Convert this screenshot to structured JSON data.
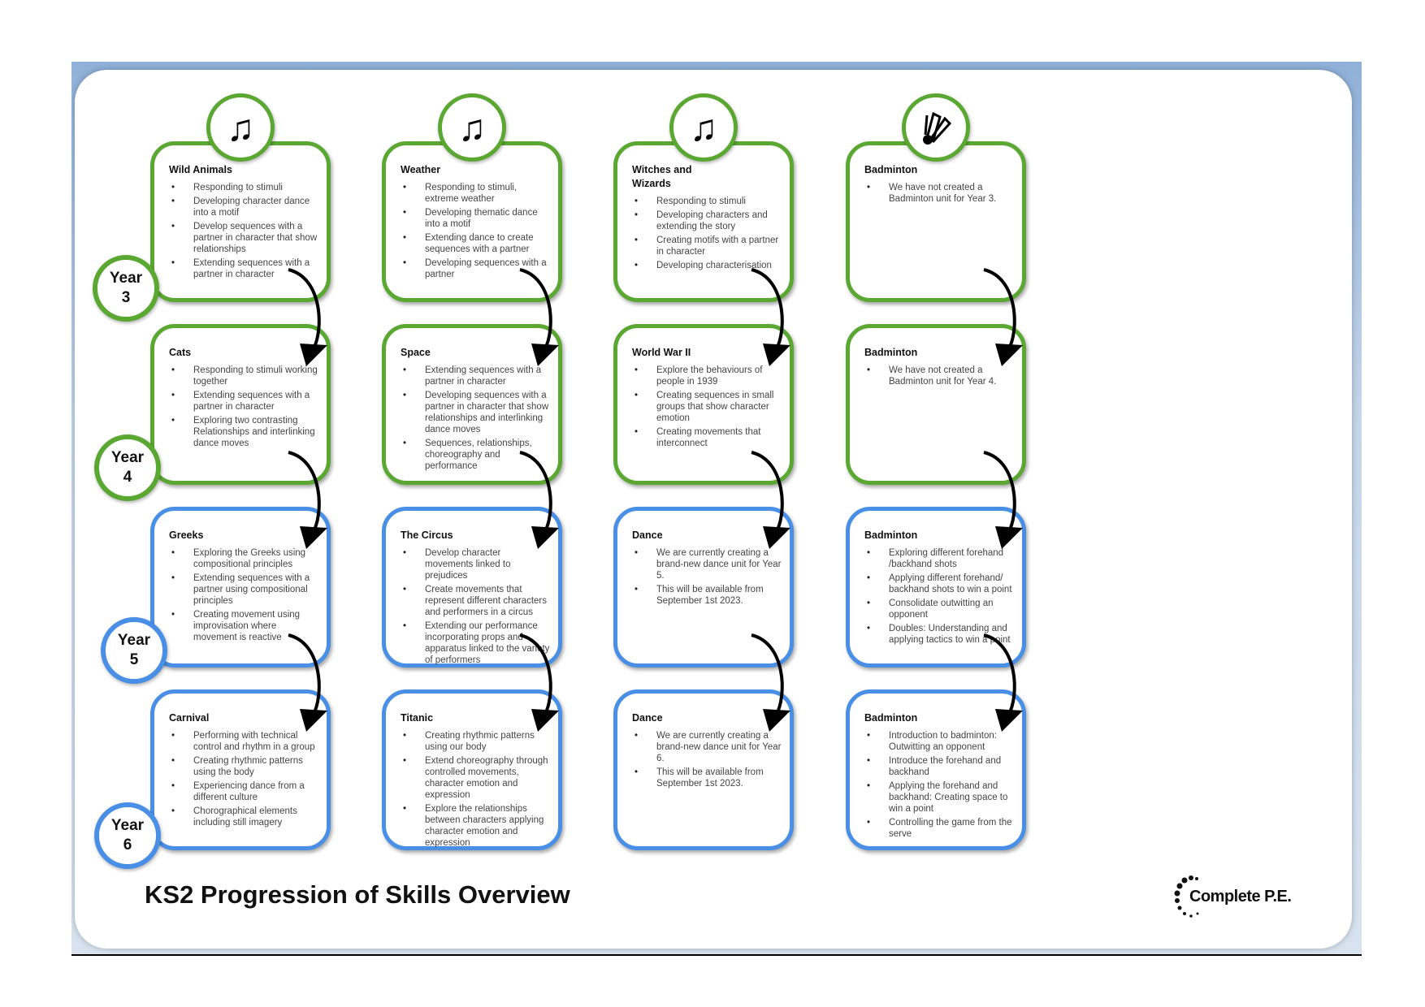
{
  "title": "KS2 Progression of Skills Overview",
  "logo": "Complete P.E.",
  "colors": {
    "green": "#5aa832",
    "blue": "#4a8fe6"
  },
  "icons": [
    "music-note-icon",
    "music-note-icon",
    "music-note-icon",
    "shuttlecock-icon"
  ],
  "years": [
    {
      "label": "Year",
      "num": "3"
    },
    {
      "label": "Year",
      "num": "4"
    },
    {
      "label": "Year",
      "num": "5"
    },
    {
      "label": "Year",
      "num": "6"
    }
  ],
  "rows": [
    [
      {
        "title": "Wild Animals",
        "items": [
          "Responding to stimuli",
          "Developing character dance into a motif",
          "Develop sequences with a partner in character that show relationships",
          "Extending sequences with a partner in character"
        ]
      },
      {
        "title": "Weather",
        "items": [
          "Responding to stimuli, extreme weather",
          "Developing thematic dance into a motif",
          "Extending dance to create sequences with a partner",
          "Developing sequences with a partner"
        ]
      },
      {
        "title": "Witches and Wizards",
        "items": [
          "Responding to stimuli",
          "Developing characters and extending the story",
          "Creating motifs with a partner in character",
          "Developing characterisation"
        ]
      },
      {
        "title": "Badminton",
        "items": [
          "We have not created a Badminton unit for Year 3."
        ]
      }
    ],
    [
      {
        "title": "Cats",
        "items": [
          "Responding to stimuli working together",
          "Extending sequences with a partner in character",
          "Exploring two contrasting Relationships and interlinking dance moves"
        ]
      },
      {
        "title": "Space",
        "items": [
          "Extending sequences with a partner in character",
          "Developing sequences with a partner in character that show relationships and interlinking dance moves",
          "Sequences, relationships, choreography and performance"
        ]
      },
      {
        "title": "World War II",
        "items": [
          "Explore the behaviours of people in 1939",
          "Creating sequences in small groups that show character emotion",
          "Creating movements that interconnect"
        ]
      },
      {
        "title": "Badminton",
        "items": [
          "We have not created a Badminton unit for Year 4."
        ]
      }
    ],
    [
      {
        "title": "Greeks",
        "items": [
          "Exploring the Greeks using compositional principles",
          "Extending sequences with a partner using compositional principles",
          "Creating movement using improvisation where movement is reactive"
        ]
      },
      {
        "title": "The Circus",
        "items": [
          "Develop character movements linked to prejudices",
          "Create movements that represent different characters and performers in a circus",
          "Extending our performance incorporating props and apparatus linked to the variety of performers"
        ]
      },
      {
        "title": "Dance",
        "items": [
          "We are currently creating a brand-new dance unit for Year 5.",
          "This will be available from September 1st 2023."
        ]
      },
      {
        "title": "Badminton",
        "items": [
          "Exploring different forehand /backhand shots",
          "Applying different forehand/ backhand shots to win a point",
          "Consolidate outwitting an opponent",
          "Doubles: Understanding and applying tactics to win a point"
        ]
      }
    ],
    [
      {
        "title": "Carnival",
        "items": [
          "Performing with technical control and rhythm in a group",
          "Creating rhythmic patterns using the body",
          "Experiencing dance from a different culture",
          "Chorographical elements including still imagery"
        ]
      },
      {
        "title": "Titanic",
        "items": [
          "Creating rhythmic patterns using our body",
          "Extend choreography through controlled movements, character emotion and expression",
          "Explore the relationships between characters applying character emotion and expression"
        ]
      },
      {
        "title": "Dance",
        "items": [
          "We are currently creating a brand-new dance unit for Year 6.",
          "This will be available from September 1st 2023."
        ]
      },
      {
        "title": "Badminton",
        "items": [
          "Introduction to badminton: Outwitting an opponent",
          "Introduce the forehand and backhand",
          "Applying the forehand and backhand: Creating space to win a point",
          "Controlling the game from the serve"
        ]
      }
    ]
  ]
}
